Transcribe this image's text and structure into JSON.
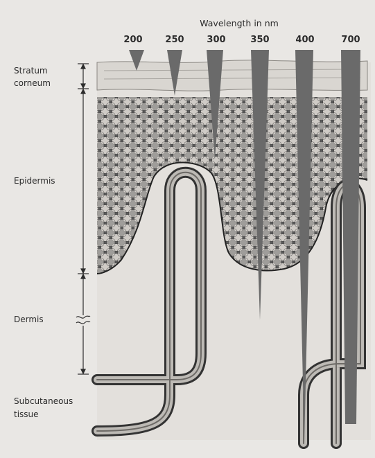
{
  "figure": {
    "title": "Wavelength in nm",
    "wavelengths": [
      "200",
      "250",
      "300",
      "350",
      "400",
      "700"
    ],
    "layers": {
      "stratum_corneum": [
        "Stratum",
        "corneum"
      ],
      "epidermis": "Epidermis",
      "dermis": "Dermis",
      "subcutaneous": [
        "Subcutaneous",
        "tissue"
      ]
    },
    "penetration_order": [
      "200",
      "250",
      "300",
      "350",
      "400",
      "700"
    ],
    "colors": {
      "background": "#e9e7e4",
      "dermis_fill": "#e3e0dc",
      "cells": "#cfcbc6",
      "beam": "#6a6a6a",
      "ink": "#2c2c2c"
    }
  }
}
